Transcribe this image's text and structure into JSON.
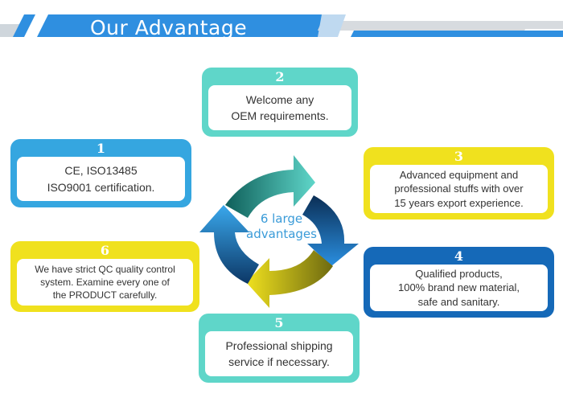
{
  "banner": {
    "title": "Our Advantage"
  },
  "colors": {
    "teal": "#5fd6c9",
    "light_blue": "#35a6e0",
    "yellow": "#f0e11e",
    "dark_blue": "#1569b8",
    "banner_blue": "#2f8fe0",
    "banner_grey": "#d7dbdf"
  },
  "center": {
    "line1": "6 large",
    "line2": "advantages"
  },
  "advantages": [
    {
      "number": "1",
      "lines": [
        "CE, ISO13485",
        "ISO9001 certification."
      ]
    },
    {
      "number": "2",
      "lines": [
        "Welcome any",
        "OEM requirements."
      ]
    },
    {
      "number": "3",
      "lines": [
        "Advanced equipment and",
        "professional stuffs with over",
        "15 years export experience."
      ]
    },
    {
      "number": "4",
      "lines": [
        "Qualified products,",
        "100% brand new material,",
        "safe and sanitary."
      ]
    },
    {
      "number": "5",
      "lines": [
        "Professional shipping",
        "service if necessary."
      ]
    },
    {
      "number": "6",
      "lines": [
        "We have strict QC quality control",
        "system. Examine every one of",
        "the PRODUCT carefully."
      ]
    }
  ]
}
